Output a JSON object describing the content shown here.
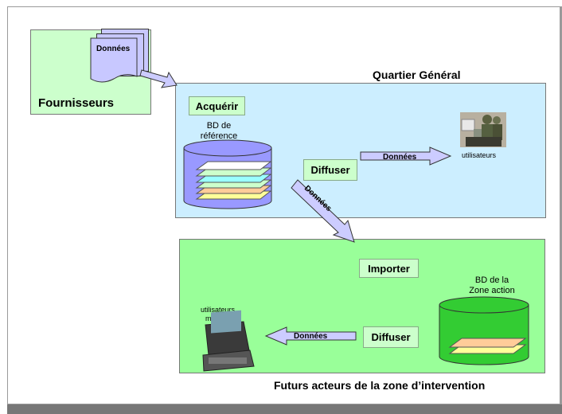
{
  "suppliers": {
    "label": "Fournisseurs",
    "doc_label": "Données"
  },
  "hq": {
    "title": "Quartier Général",
    "acquire": "Acquérir",
    "db_caption_1": "BD de",
    "db_caption_2": "référence",
    "diffuse": "Diffuser",
    "arrow_label": "Données",
    "users_caption": "utilisateurs"
  },
  "down_arrow_label": "Données",
  "zone": {
    "title": "Futurs acteurs de la zone d’intervention",
    "import": "Importer",
    "db_caption_1": "BD de la",
    "db_caption_2": "Zone action",
    "diffuse": "Diffuser",
    "arrow_label": "Données",
    "mobile_caption_1": "utilisateurs",
    "mobile_caption_2": "mobiles"
  },
  "colors": {
    "hq_bg": "#cceeff",
    "zone_bg": "#99ff99",
    "suppliers_bg": "#ccffcc",
    "db_blue": "#9999ff",
    "db_green": "#33cc33",
    "arrow_fill": "#ccccff"
  }
}
